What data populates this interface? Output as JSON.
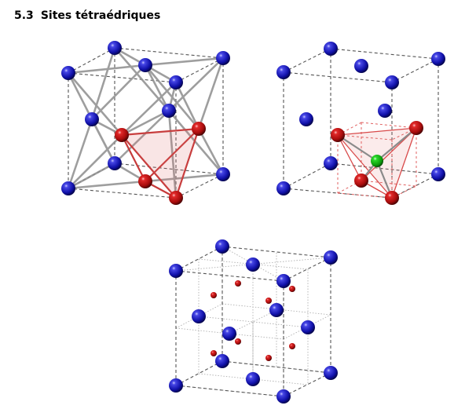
{
  "heading": {
    "number": "5.3",
    "title": "Sites tétraédriques"
  },
  "colors": {
    "lattice_atom": "#1515b8",
    "tetra_atom": "#c01010",
    "center_atom": "#10b818",
    "bond_grey": "#9a9a9a",
    "tetra_edge": "#d84848",
    "cube_edge": "#555555"
  },
  "figures": [
    {
      "id": "fcc-with-bonds"
    },
    {
      "id": "tetrahedral-void-detail"
    },
    {
      "id": "all-tetrahedral-sites"
    }
  ]
}
